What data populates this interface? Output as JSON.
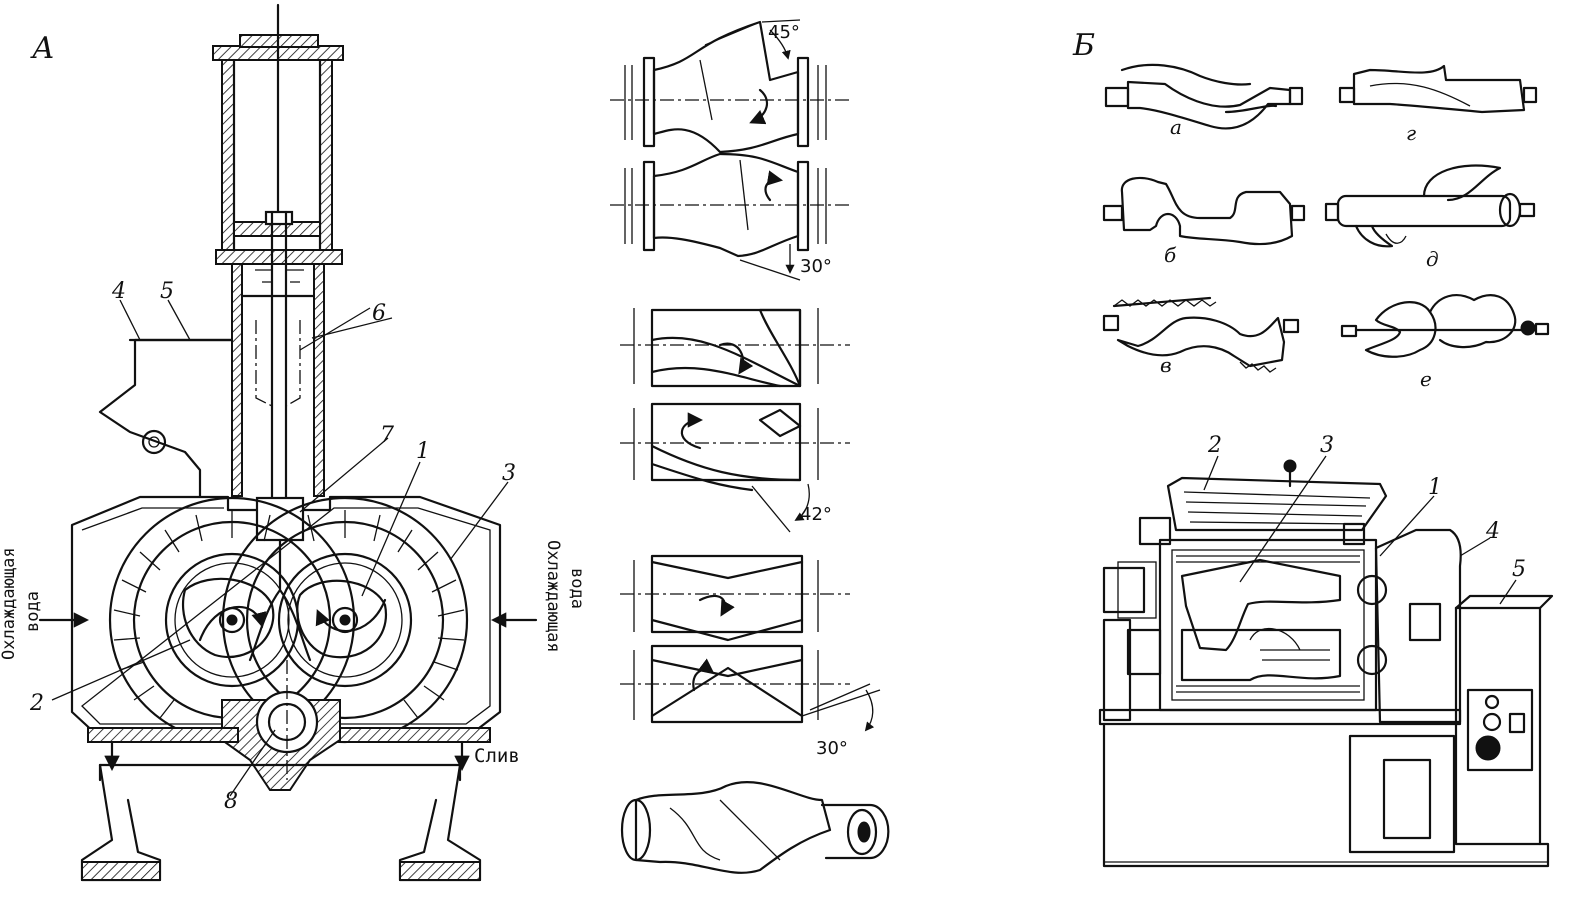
{
  "figure": {
    "panel_a_label": "А",
    "panel_b_label": "Б"
  },
  "section_a": {
    "callouts": [
      "1",
      "2",
      "3",
      "4",
      "5",
      "6",
      "7",
      "8"
    ],
    "cooling_water_left": [
      "Охлаждающая",
      "вода"
    ],
    "cooling_water_right": [
      "Охлаждающая",
      "вода"
    ],
    "drain": "Слив"
  },
  "blade_profiles": {
    "angle_45": "45°",
    "angle_30_top": "30°",
    "angle_42": "42°",
    "angle_30_bottom": "30°"
  },
  "section_b": {
    "blade_letters": [
      "а",
      "г",
      "б",
      "д",
      "в",
      "е"
    ],
    "machine_callouts": [
      "1",
      "2",
      "3",
      "4",
      "5"
    ]
  }
}
